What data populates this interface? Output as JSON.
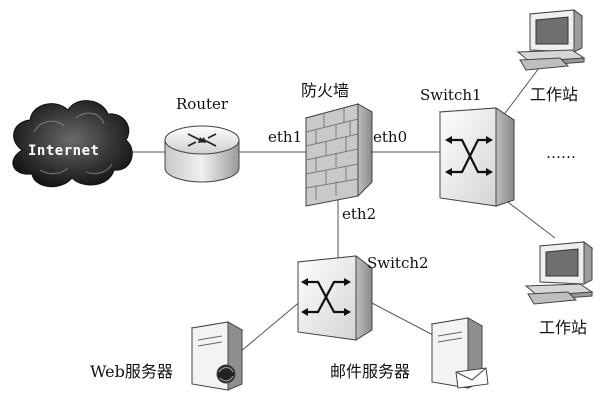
{
  "nodes": {
    "internet": "Internet",
    "router": "Router",
    "firewall": "防火墙",
    "switch1": "Switch1",
    "switch2": "Switch2",
    "workstation_top": "工作站",
    "workstation_bottom": "工作站",
    "ellipsis": "……",
    "web_server": "Web服务器",
    "mail_server": "邮件服务器"
  },
  "interfaces": {
    "eth0": "eth0",
    "eth1": "eth1",
    "eth2": "eth2"
  },
  "colors": {
    "line": "#555555",
    "device_light": "#f2f2f2",
    "device_dark": "#9a9a9a",
    "cloud_dark": "#2a2a2a"
  }
}
